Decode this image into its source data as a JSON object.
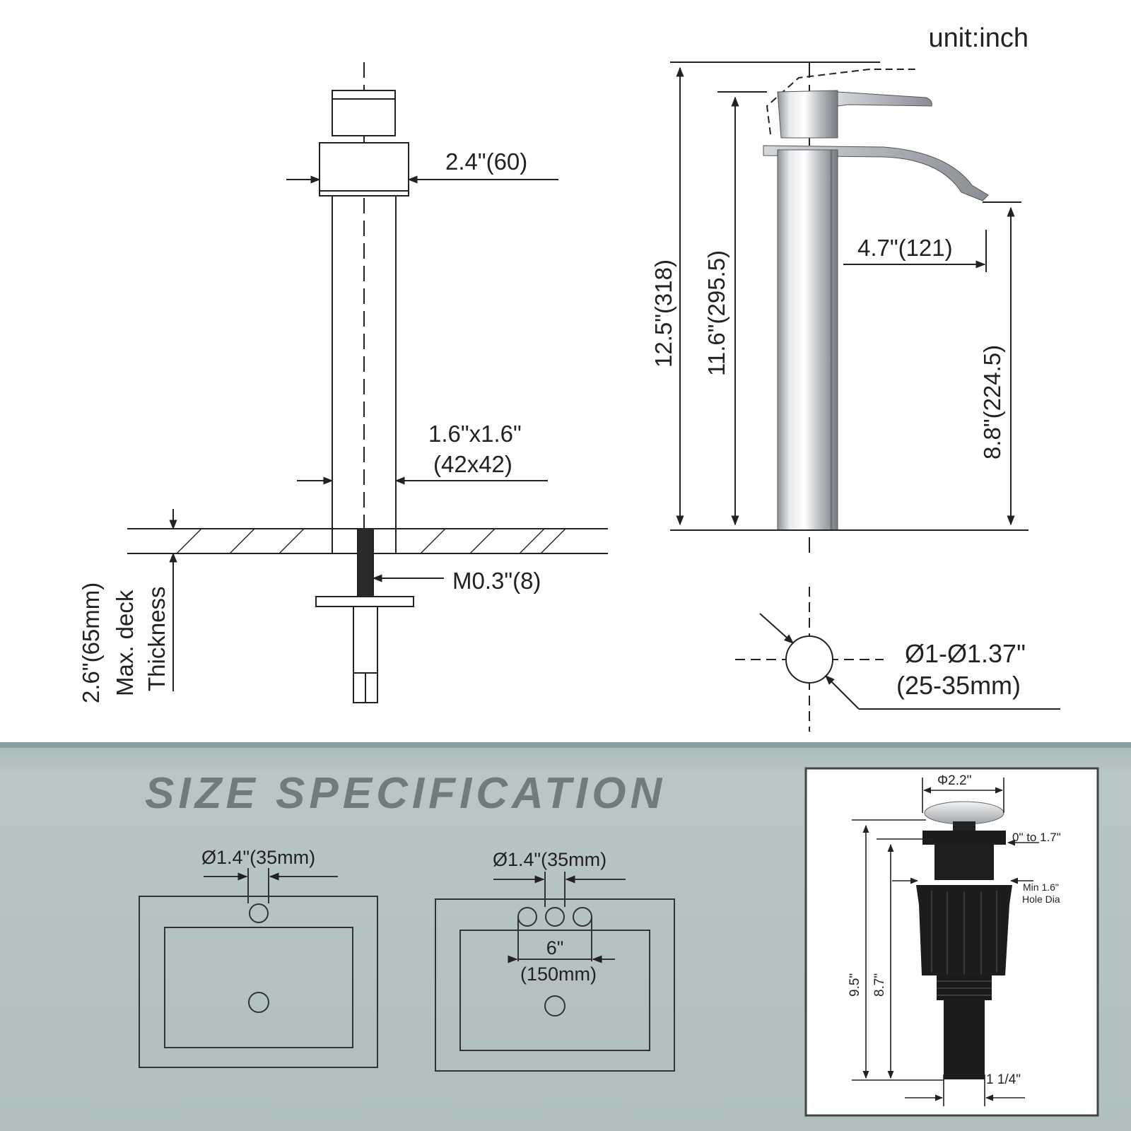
{
  "unit_label": "unit:inch",
  "section_title": "SIZE SPECIFICATION",
  "side_view": {
    "base_width": "2.4\"(60)",
    "body_size_line1": "1.6\"x1.6\"",
    "body_size_line2": "(42x42)",
    "thread": "M0.3\"(8)",
    "deck_line1": "2.6\"(65mm)",
    "deck_line2": "Max. deck",
    "deck_line3": "Thickness"
  },
  "front_view": {
    "total_height": "12.5\"(318)",
    "body_height": "11.6\"(295.5)",
    "spout_reach": "4.7\"(121)",
    "spout_height": "8.8\"(224.5)"
  },
  "hole_detail": {
    "line1": "Ø1-Ø1.37\"",
    "line2": "(25-35mm)"
  },
  "sink_single": {
    "hole_dia": "Ø1.4\"(35mm)"
  },
  "sink_triple": {
    "hole_dia": "Ø1.4\"(35mm)",
    "spacing_line1": "6\"",
    "spacing_line2": "(150mm)"
  },
  "drain": {
    "cap_dia": "Φ2.2\"",
    "stroke": "0\" to 1.7\"",
    "min_hole_line1": "Min 1.6\"",
    "min_hole_line2": "Hole Dia",
    "total_len": "9.5\"",
    "body_len": "8.7\"",
    "thread_dia": "1 1/4\""
  },
  "colors": {
    "line": "#222222",
    "panel_bg": "#b4c3c2",
    "panel_top": "#8fa3a3",
    "title": "#6e7c7c",
    "drain_black": "#1a1a1a",
    "chrome": "#c9ccd0"
  }
}
